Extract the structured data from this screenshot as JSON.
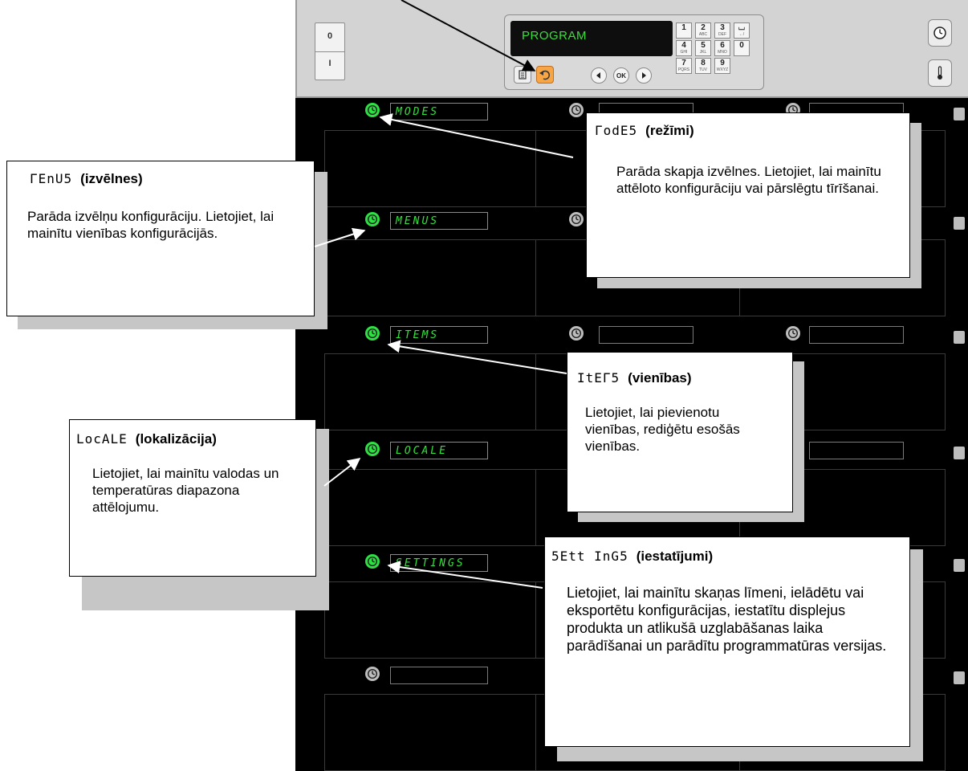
{
  "control_panel": {
    "power_labels": [
      "0",
      "I"
    ],
    "lcd_text": "PROGRAM",
    "keypad": [
      {
        "n": "1",
        "s": ""
      },
      {
        "n": "2",
        "s": "ABC"
      },
      {
        "n": "3",
        "s": "DEF"
      },
      {
        "n": "⌴",
        "s": "←/"
      },
      {
        "n": "4",
        "s": "GHI"
      },
      {
        "n": "5",
        "s": "JKL"
      },
      {
        "n": "6",
        "s": "MNO"
      },
      {
        "n": "0",
        "s": ""
      },
      {
        "n": "7",
        "s": "PQRS"
      },
      {
        "n": "8",
        "s": "TUV"
      },
      {
        "n": "9",
        "s": "WXYZ"
      }
    ],
    "ok_label": "OK",
    "icons": [
      "document-icon",
      "back-icon",
      "left-arrow-icon",
      "ok-button",
      "right-arrow-icon",
      "clock-icon",
      "thermometer-icon"
    ]
  },
  "slots": [
    {
      "label": "MODES",
      "highlight": true
    },
    {
      "label": "MENUS",
      "highlight": true
    },
    {
      "label": "ITEMS",
      "highlight": true
    },
    {
      "label": "LOCALE",
      "highlight": true
    },
    {
      "label": "SETTINGS",
      "highlight": true
    },
    {
      "label": "",
      "highlight": false
    }
  ],
  "callouts": {
    "modes": {
      "seg": "ΓodE5",
      "title": "(režīmi)",
      "body": "Parāda skapja izvēlnes. Lietojiet, lai mainītu attēloto konfigurāciju vai pārslēgtu tīrīšanai."
    },
    "menus": {
      "seg": "ΓEnU5",
      "title": "(izvēlnes)",
      "body": "Parāda izvēlņu konfigurāciju. Lietojiet, lai mainītu vienības konfigurācijās."
    },
    "items": {
      "seg": "ItEΓ5",
      "title": "(vienības)",
      "body": "Lietojiet, lai pievienotu vienības, rediģētu esošās vienības."
    },
    "locale": {
      "seg": "LocALE",
      "title": "(lokalizācija)",
      "body": "Lietojiet, lai mainītu valodas un temperatūras diapazona attēlojumu."
    },
    "settings": {
      "seg": "5Ett InG5",
      "title": "(iestatījumi)",
      "body": "Lietojiet, lai mainītu skaņas līmeni, ielādētu vai eksportētu konfigurācijas, iestatītu displejus produkta un atlikušā uzglabāšanas laika parādīšanai un parādītu programmatūras versijas."
    }
  },
  "colors": {
    "display_green": "#34e03c",
    "back_button_orange": "#f7a545",
    "cabinet_black": "#000000",
    "panel_grey": "#d3d3d3"
  }
}
